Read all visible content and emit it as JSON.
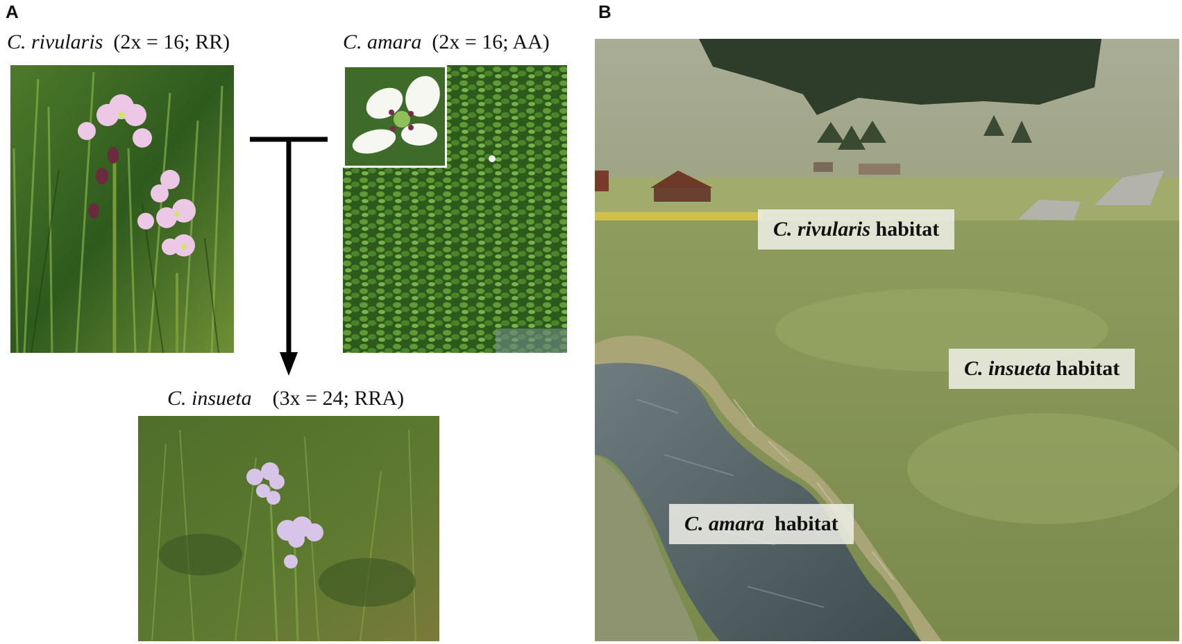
{
  "panel_a": {
    "letter": "A",
    "rivularis": {
      "species": "C. rivularis",
      "ploidy": "(2x = 16; RR)"
    },
    "amara": {
      "species": "C. amara",
      "ploidy": "(2x = 16; AA)"
    },
    "insueta": {
      "species": "C. insueta",
      "ploidy": "(3x = 24; RRA)"
    }
  },
  "panel_b": {
    "letter": "B",
    "labels": {
      "rivularis": {
        "species": "C. rivularis",
        "word": "habitat"
      },
      "insueta": {
        "species": "C. insueta",
        "word": "habitat"
      },
      "amara": {
        "species": "C. amara",
        "word": "habitat"
      }
    }
  },
  "colors": {
    "grass_dark": "#2f5a1e",
    "grass_light": "#6f9a3e",
    "flower_pink": "#e9c6e3",
    "water": "#4a5a5e",
    "meadow": "#8e9c5e"
  }
}
